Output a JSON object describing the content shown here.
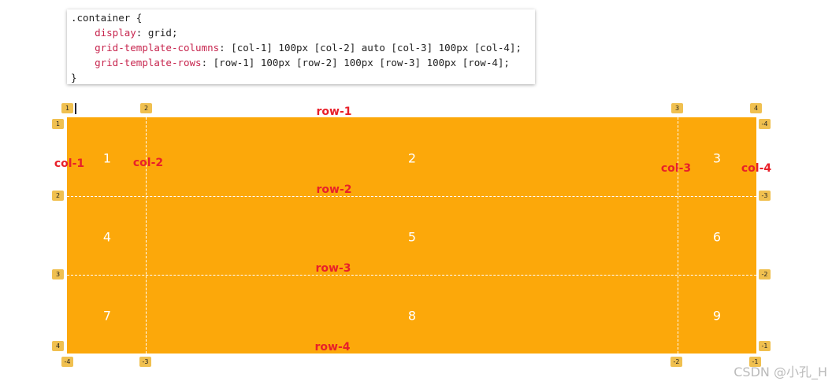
{
  "code": {
    "selector": ".container {",
    "lines": [
      {
        "prop": "display",
        "value": "grid;"
      },
      {
        "prop": "grid-template-columns",
        "value": "[col-1] 100px [col-2] auto [col-3] 100px [col-4];"
      },
      {
        "prop": "grid-template-rows",
        "value": "[row-1] 100px [row-2] 100px [row-3] 100px [row-4];"
      }
    ],
    "close": "}"
  },
  "grid": {
    "color": "#fca80a",
    "cells": [
      "1",
      "2",
      "3",
      "4",
      "5",
      "6",
      "7",
      "8",
      "9"
    ],
    "row_labels": [
      "row-1",
      "row-2",
      "row-3",
      "row-4"
    ],
    "col_labels": [
      "col-1",
      "col-2",
      "col-3",
      "col-4"
    ],
    "top_badges": [
      "1",
      "2",
      "3",
      "4"
    ],
    "bottom_badges": [
      "-4",
      "-3",
      "-2",
      "-1"
    ],
    "left_badges": [
      "1",
      "2",
      "3",
      "4"
    ],
    "right_badges": [
      "-4",
      "-3",
      "-2",
      "-1"
    ]
  },
  "watermark": "CSDN @小孔_H"
}
